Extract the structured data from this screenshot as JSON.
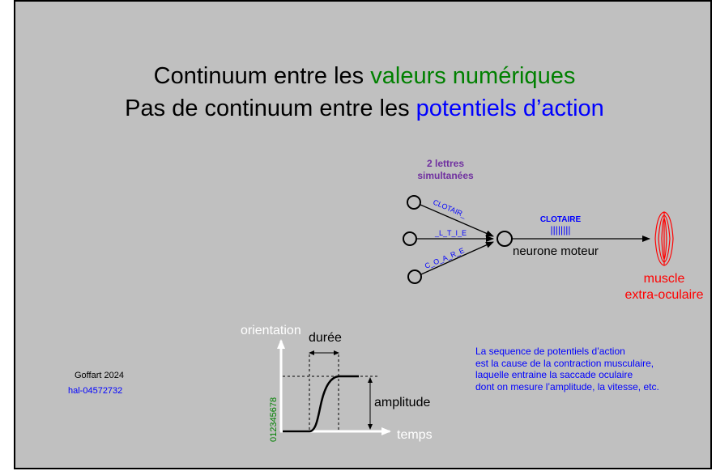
{
  "title": {
    "line1_prefix": "Continuum entre les ",
    "line1_highlight": "valeurs numériques",
    "line2_prefix": "Pas de continuum entre les ",
    "line2_highlight": "potentiels d’action"
  },
  "colors": {
    "background": "#c0c0c0",
    "green": "#008000",
    "blue": "#0000ff",
    "purple": "#7030a0",
    "red": "#ff0000",
    "white": "#ffffff"
  },
  "network": {
    "inputs_label_line1": "2 lettres",
    "inputs_label_line2": "simultanées",
    "input_signals": [
      "CLOTAIR_",
      "_L_T_I_E",
      "C_O_A_R_E"
    ],
    "output_sequence": "CLOTAIRE",
    "output_spikes": "||||||||",
    "neuron_label": "neurone moteur",
    "muscle_line1": "muscle",
    "muscle_line2": "extra-oculaire"
  },
  "graph": {
    "y_axis_label": "orientation",
    "x_axis_label": "temps",
    "duration_label": "durée",
    "amplitude_label": "amplitude",
    "y_digits": "012345678"
  },
  "description": [
    "La sequence de potentiels d’action",
    "est la cause de la contraction musculaire,",
    "laquelle entraine la saccade oculaire",
    "dont on mesure l’amplitude, la vitesse, etc."
  ],
  "credit": {
    "author": "Goffart 2024",
    "reference": "hal-04572732"
  }
}
